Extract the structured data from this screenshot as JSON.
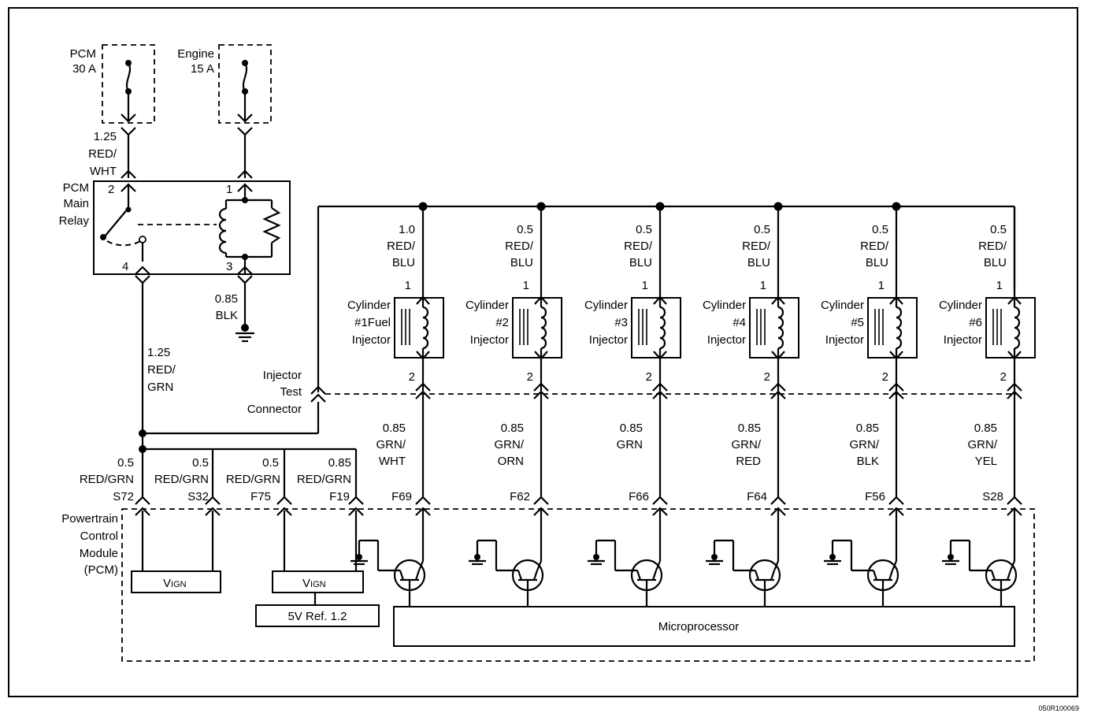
{
  "fuses": [
    {
      "name": "PCM",
      "rating": "30 A"
    },
    {
      "name": "Engine",
      "rating": "15 A"
    }
  ],
  "relay": {
    "label": [
      "PCM",
      "Main",
      "Relay"
    ],
    "pins": [
      "2",
      "1",
      "4",
      "3"
    ]
  },
  "wires": {
    "fuse1_out": [
      "1.25",
      "RED/",
      "WHT"
    ],
    "relay_out": [
      "1.25",
      "RED/",
      "GRN"
    ],
    "ground": [
      "0.85",
      "BLK"
    ]
  },
  "test_connector": [
    "Injector",
    "Test",
    "Connector"
  ],
  "pcm_inputs": [
    {
      "gauge": "0.5",
      "color": "RED/GRN",
      "pin": "S72"
    },
    {
      "gauge": "0.5",
      "color": "RED/GRN",
      "pin": "S32"
    },
    {
      "gauge": "0.5",
      "color": "RED/GRN",
      "pin": "F75"
    },
    {
      "gauge": "0.85",
      "color": "RED/GRN",
      "pin": "F19"
    }
  ],
  "injectors": [
    {
      "label": [
        "Cylinder",
        "#1Fuel",
        "Injector"
      ],
      "supply": [
        "1.0",
        "RED/",
        "BLU"
      ],
      "control": [
        "0.85",
        "GRN/",
        "WHT"
      ],
      "pin": "F69"
    },
    {
      "label": [
        "Cylinder",
        "#2",
        "Injector"
      ],
      "supply": [
        "0.5",
        "RED/",
        "BLU"
      ],
      "control": [
        "0.85",
        "GRN/",
        "ORN"
      ],
      "pin": "F62"
    },
    {
      "label": [
        "Cylinder",
        "#3",
        "Injector"
      ],
      "supply": [
        "0.5",
        "RED/",
        "BLU"
      ],
      "control": [
        "0.85",
        "GRN",
        ""
      ],
      "pin": "F66"
    },
    {
      "label": [
        "Cylinder",
        "#4",
        "Injector"
      ],
      "supply": [
        "0.5",
        "RED/",
        "BLU"
      ],
      "control": [
        "0.85",
        "GRN/",
        "RED"
      ],
      "pin": "F64"
    },
    {
      "label": [
        "Cylinder",
        "#5",
        "Injector"
      ],
      "supply": [
        "0.5",
        "RED/",
        "BLU"
      ],
      "control": [
        "0.85",
        "GRN/",
        "BLK"
      ],
      "pin": "F56"
    },
    {
      "label": [
        "Cylinder",
        "#6",
        "Injector"
      ],
      "supply": [
        "0.5",
        "RED/",
        "BLU"
      ],
      "control": [
        "0.85",
        "GRN/",
        "YEL"
      ],
      "pin": "S28"
    }
  ],
  "injector_pins": [
    "1",
    "2"
  ],
  "pcm_label": [
    "Powertrain",
    "Control",
    "Module",
    "(PCM)"
  ],
  "pcm_blocks": {
    "vign_main": "V",
    "vign_sub": "IGN",
    "ref": "5V Ref. 1.2",
    "micro": "Microprocessor"
  },
  "figure_id": "050R100069"
}
